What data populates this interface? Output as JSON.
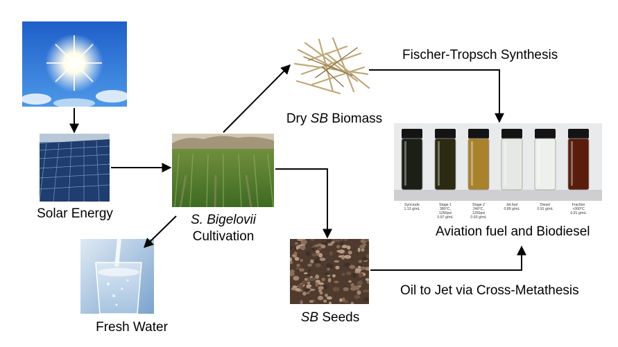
{
  "nodes": {
    "solar_panel_label": "Solar Energy",
    "fresh_water_label": "Fresh Water",
    "cultivation_label_species": "S. Bigelovii",
    "cultivation_label_text": "Cultivation",
    "dry_biomass_prefix": "Dry ",
    "dry_biomass_abbrev": "SB",
    "dry_biomass_suffix": " Biomass",
    "seeds_abbrev": "SB",
    "seeds_suffix": " Seeds",
    "fuel_label": "Aviation fuel and Biodiesel"
  },
  "edges": {
    "fischer_tropsch": "Fischer-Tropsch Synthesis",
    "cross_metathesis": "Oil to Jet via Cross-Metathesis"
  },
  "vials": [
    {
      "name": "Syncrude",
      "l1": "1.13 g/mL",
      "l2": "",
      "l3": "",
      "color": "#1b1f16"
    },
    {
      "name": "Stage 1",
      "l1": "380°C,",
      "l2": "1250psi",
      "l3": "0.97 g/mL",
      "color": "#2c2a12"
    },
    {
      "name": "Stage 2",
      "l1": "240°C,",
      "l2": "1250psi",
      "l3": "0.93 g/mL",
      "color": "#a8822c"
    },
    {
      "name": "Jet fuel",
      "l1": "0.89 g/mL",
      "l2": "",
      "l3": "",
      "color": "#e6e9e3"
    },
    {
      "name": "Diesel",
      "l1": "0.91 g/mL",
      "l2": "",
      "l3": "",
      "color": "#eef0ec"
    },
    {
      "name": "Fraction",
      "l1": ">300°C",
      "l2": "0.91 g/mL",
      "l3": "",
      "color": "#5a1d0c"
    }
  ]
}
